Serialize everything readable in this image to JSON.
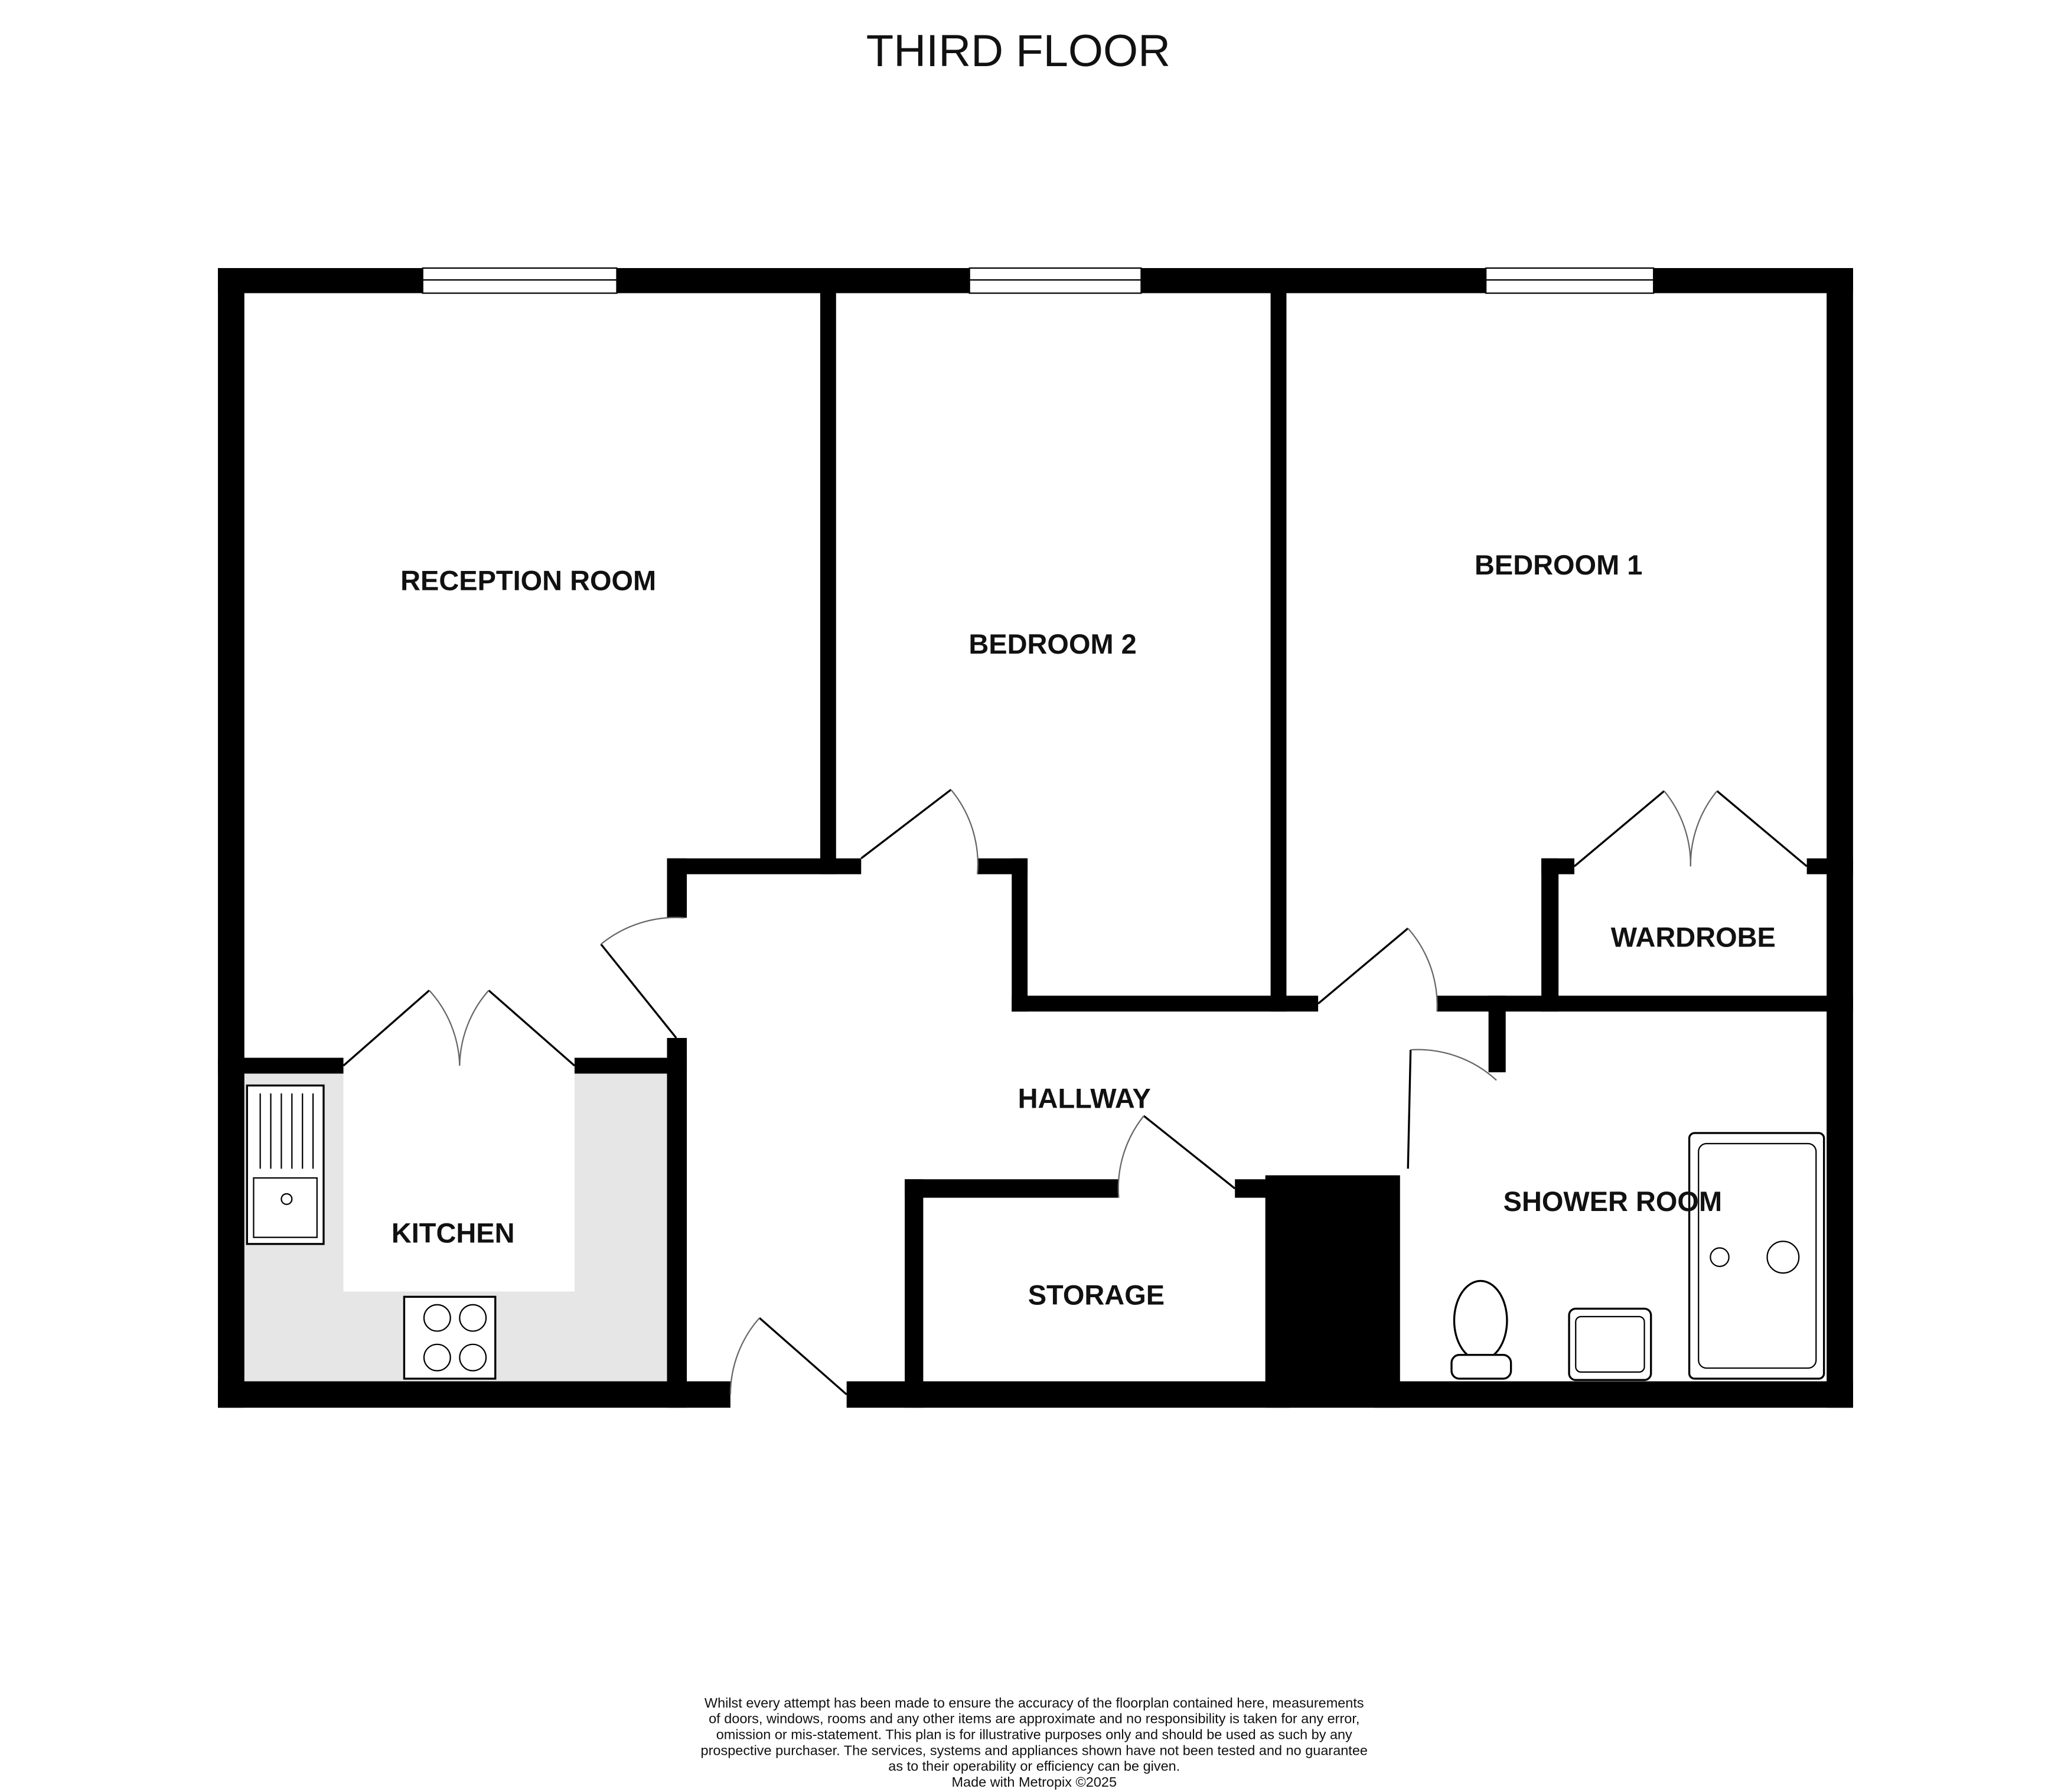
{
  "title": "THIRD FLOOR",
  "rooms": {
    "reception": "RECEPTION ROOM",
    "bedroom2": "BEDROOM 2",
    "bedroom1": "BEDROOM 1",
    "wardrobe": "WARDROBE",
    "kitchen": "KITCHEN",
    "hallway": "HALLWAY",
    "storage": "STORAGE",
    "shower": "SHOWER ROOM"
  },
  "disclaimer": [
    "Whilst every attempt has been made to ensure the accuracy of the floorplan contained here, measurements",
    "of doors, windows, rooms and any other items are approximate and no responsibility is taken for any error,",
    "omission or mis-statement. This plan is for illustrative purposes only and should be used as such by any",
    "prospective purchaser. The services, systems and appliances shown have not been tested and no guarantee",
    "as to their operability or efficiency can be given."
  ],
  "credit": "Made with Metropix ©2025",
  "colors": {
    "wall": "#000000",
    "kitchen_floor": "#e6e6e6"
  }
}
